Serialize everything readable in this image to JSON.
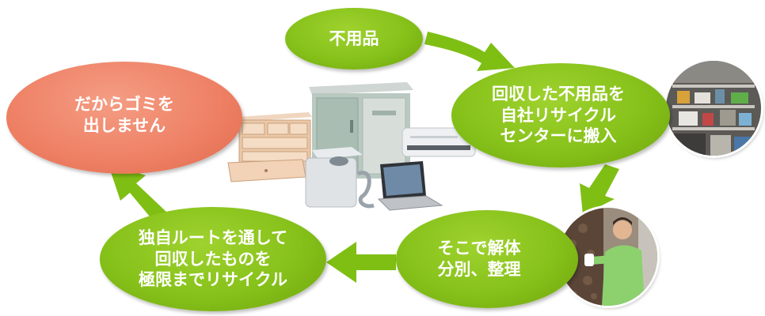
{
  "diagram": {
    "nodes": [
      {
        "id": "fuyouhin",
        "lines": [
          "不用品"
        ]
      },
      {
        "id": "hannyu",
        "lines": [
          "回収した不用品を",
          "自社リサイクル",
          "センターに搬入"
        ]
      },
      {
        "id": "kaitai",
        "lines": [
          "そこで解体",
          "分別、整理"
        ]
      },
      {
        "id": "recycle",
        "lines": [
          "独自ルートを通して",
          "回収したものを",
          "極限までリサイクル"
        ]
      },
      {
        "id": "gomi",
        "lines": [
          "だからゴミを",
          "出しません"
        ]
      }
    ],
    "colors": {
      "green_node": "#86c11a",
      "red_node": "#ee7f63",
      "arrow": "#7fbf14"
    },
    "images": {
      "items": [
        "furniture-drawers",
        "storage-shed",
        "washing-machine",
        "air-conditioner",
        "laptop"
      ],
      "photos": [
        "recycling-center-shelves",
        "worker-sorting"
      ]
    }
  }
}
